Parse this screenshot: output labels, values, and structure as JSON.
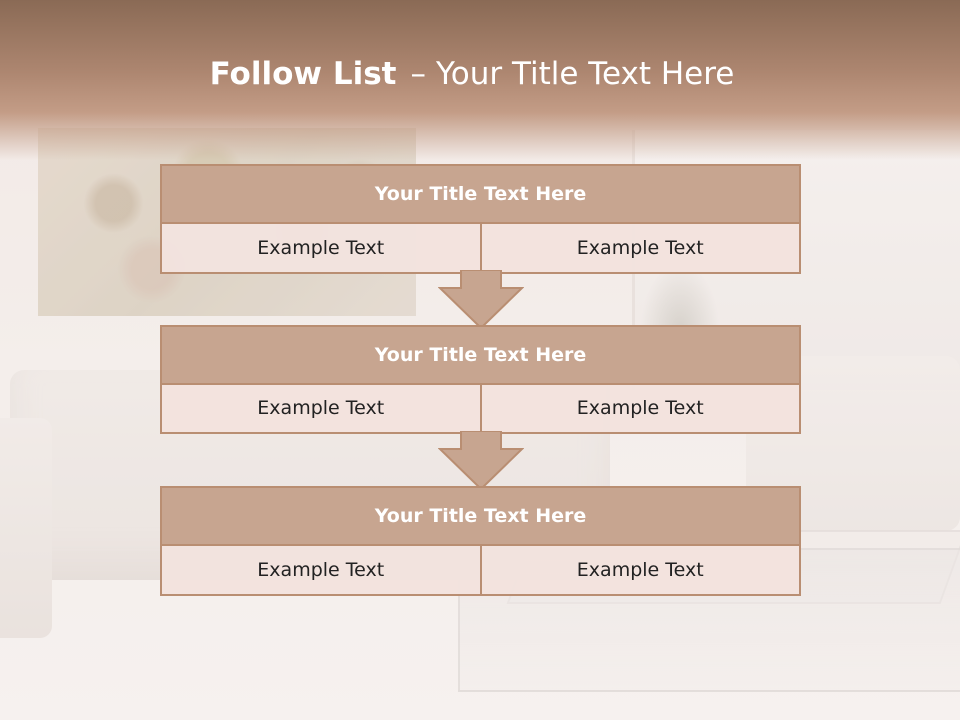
{
  "slide": {
    "title_bold": "Follow List",
    "title_dash": "–",
    "title_rest": "Your Title Text Here"
  },
  "flow": {
    "steps": [
      {
        "title": "Your Title Text Here",
        "left": "Example Text",
        "right": "Example Text"
      },
      {
        "title": "Your Title Text Here",
        "left": "Example Text",
        "right": "Example Text"
      },
      {
        "title": "Your Title Text Here",
        "left": "Example Text",
        "right": "Example Text"
      }
    ]
  },
  "colors": {
    "header_band": "#ad8670",
    "box_header": "#c7a590",
    "box_border": "#b98e72",
    "cell_fill": "#f2e2de",
    "arrow_fill": "#c7a590"
  }
}
